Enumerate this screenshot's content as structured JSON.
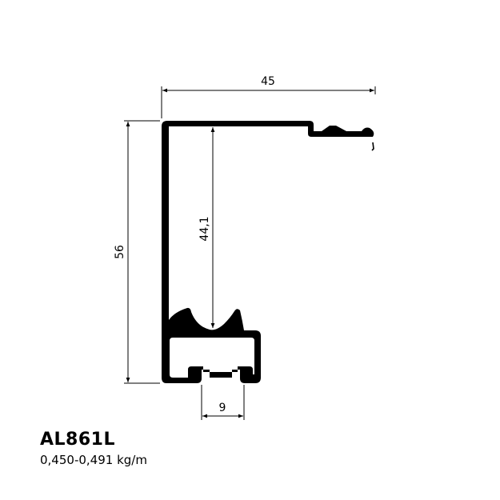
{
  "product": {
    "code": "AL861L",
    "weight": "0,450-0,491 kg/m"
  },
  "dimensions": {
    "overall_width": "45",
    "overall_height": "56",
    "inner_height": "44,1",
    "slot_width": "9"
  },
  "colors": {
    "profile_fill": "#000000",
    "background": "#ffffff"
  }
}
